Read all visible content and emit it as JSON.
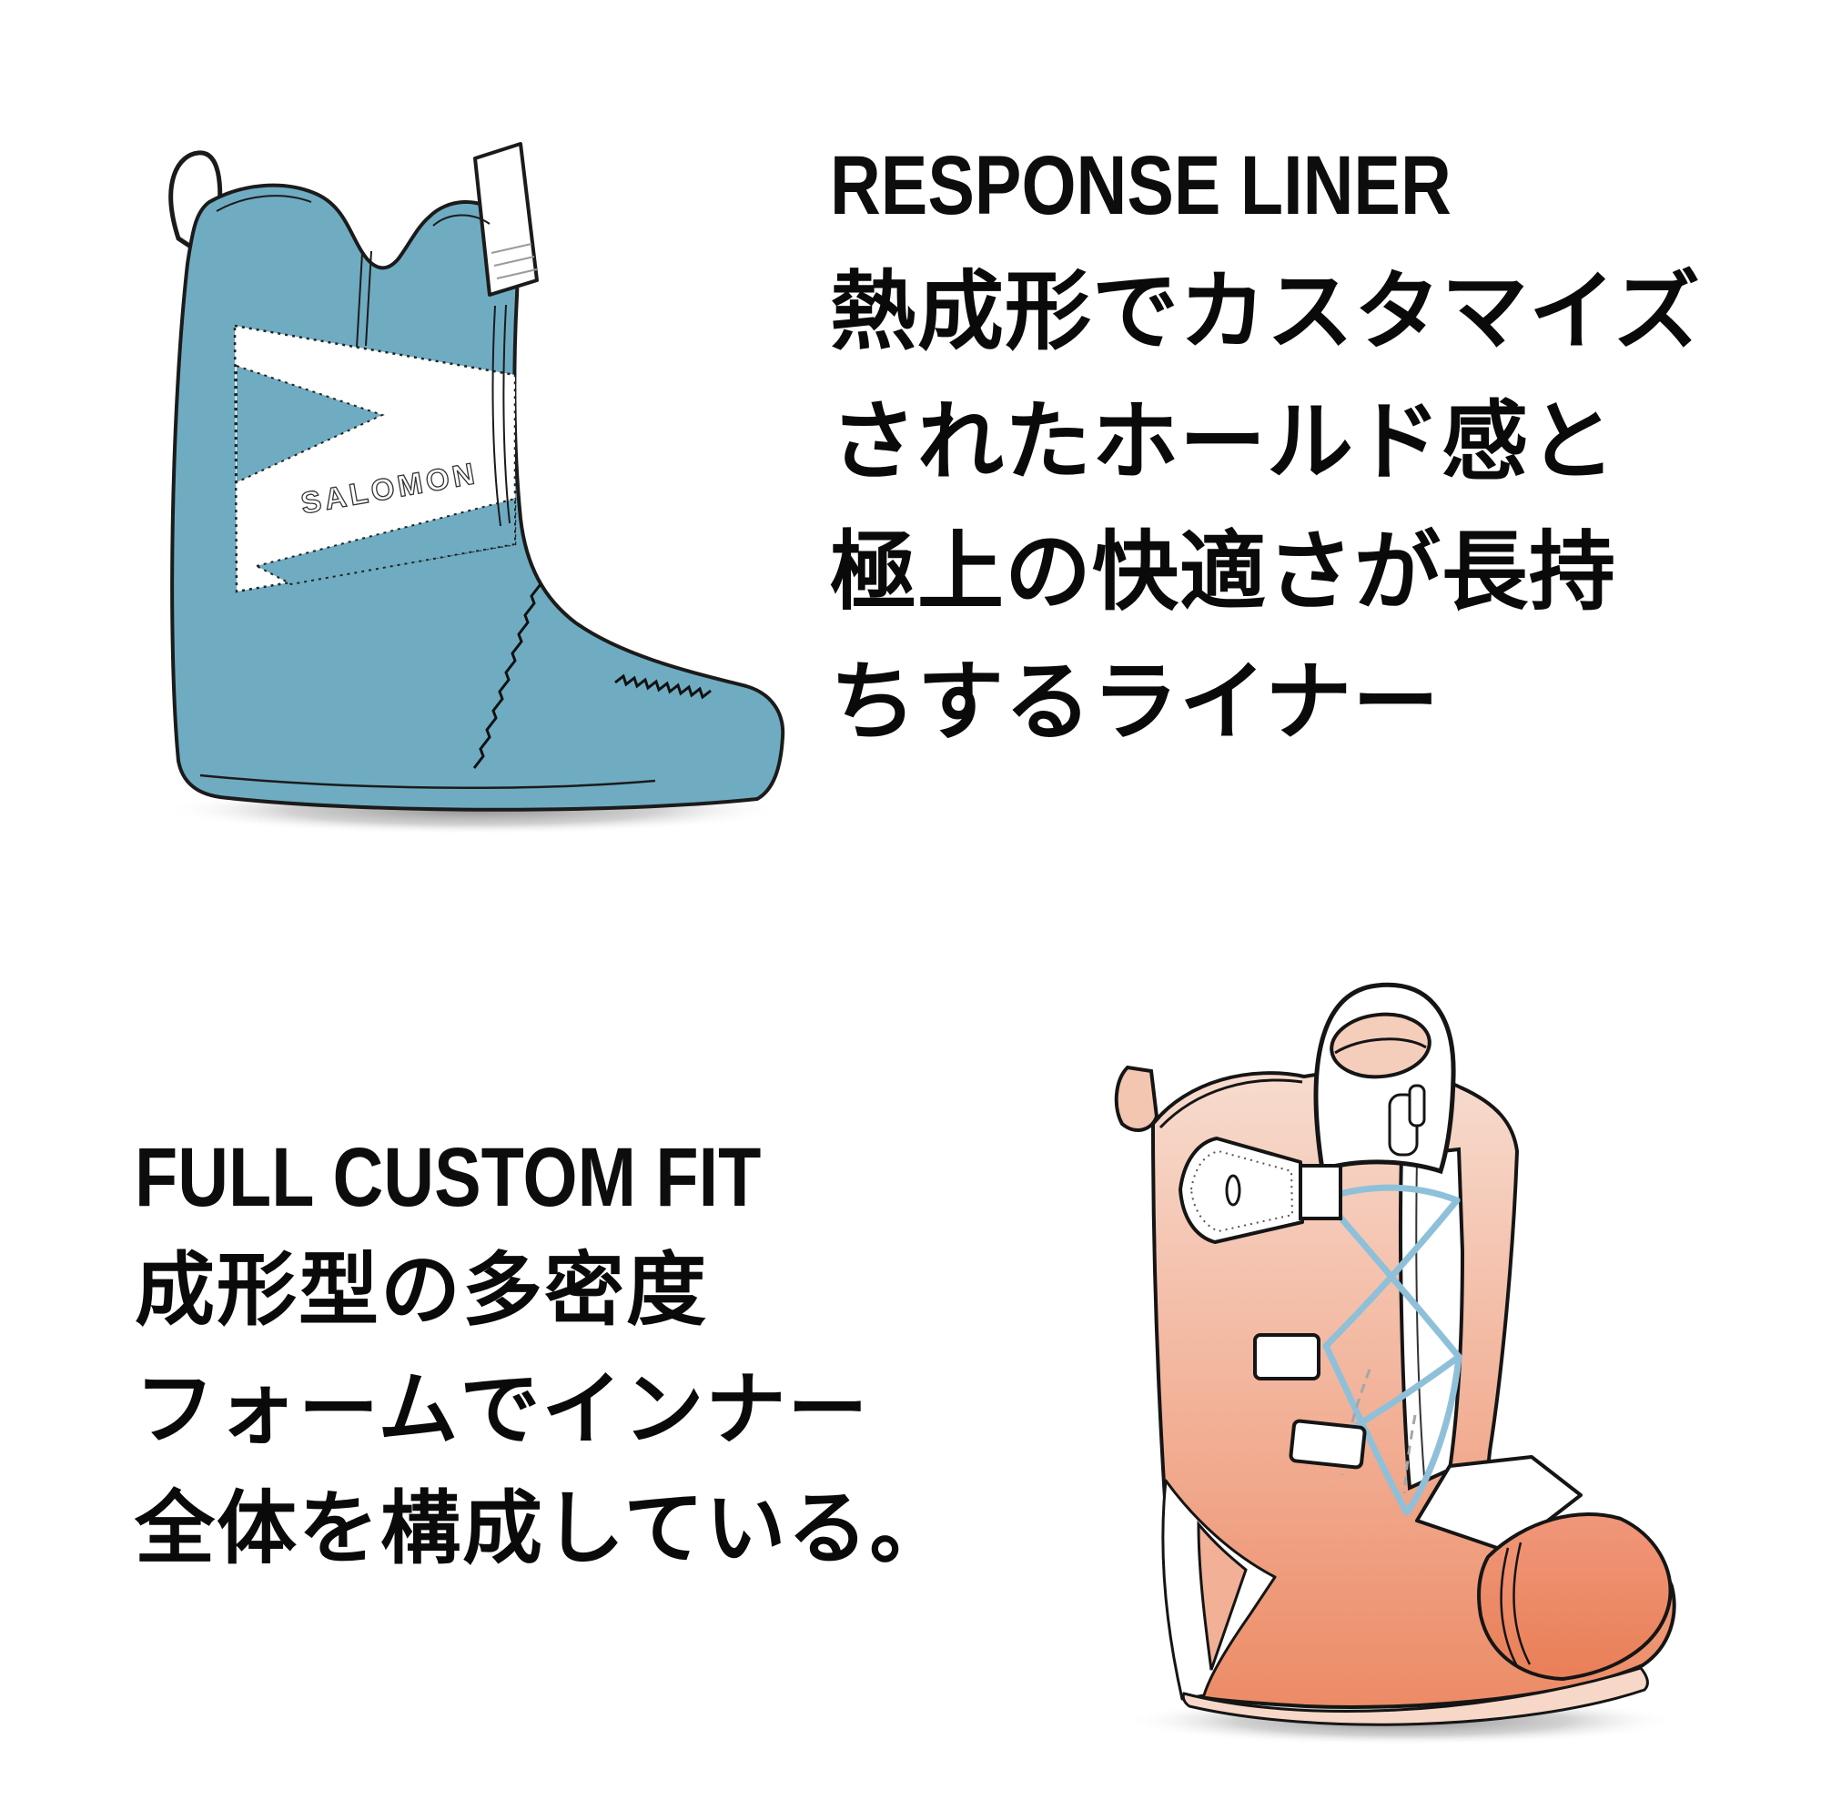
{
  "page": {
    "background_color": "#ffffff",
    "text_color": "#0a0a0a"
  },
  "response_liner": {
    "heading": "RESPONSE LINER",
    "lines": [
      "熱成形でカスタマイズ",
      "されたホールド感と",
      "極上の快適さが長持",
      "ちするライナー"
    ],
    "illustration": {
      "name": "blue-boot-liner",
      "logo_text": "SALOMON",
      "colors": {
        "body": "#6FACC2",
        "outline": "#1b1b1b",
        "stripe": "#ffffff",
        "shadow": "#8a8a8a"
      }
    }
  },
  "full_custom_fit": {
    "heading": "FULL CUSTOM FIT",
    "lines": [
      "成形型の多密度",
      "フォームでインナー",
      "全体を構成している。"
    ],
    "illustration": {
      "name": "orange-boot-liner",
      "colors": {
        "body_top": "#F7DCCF",
        "body_bottom": "#EC8B66",
        "toe": "#E97F57",
        "lace": "#8FC0D9",
        "panel": "#ffffff",
        "outline": "#151515",
        "shadow": "#8a8a8a"
      }
    }
  }
}
